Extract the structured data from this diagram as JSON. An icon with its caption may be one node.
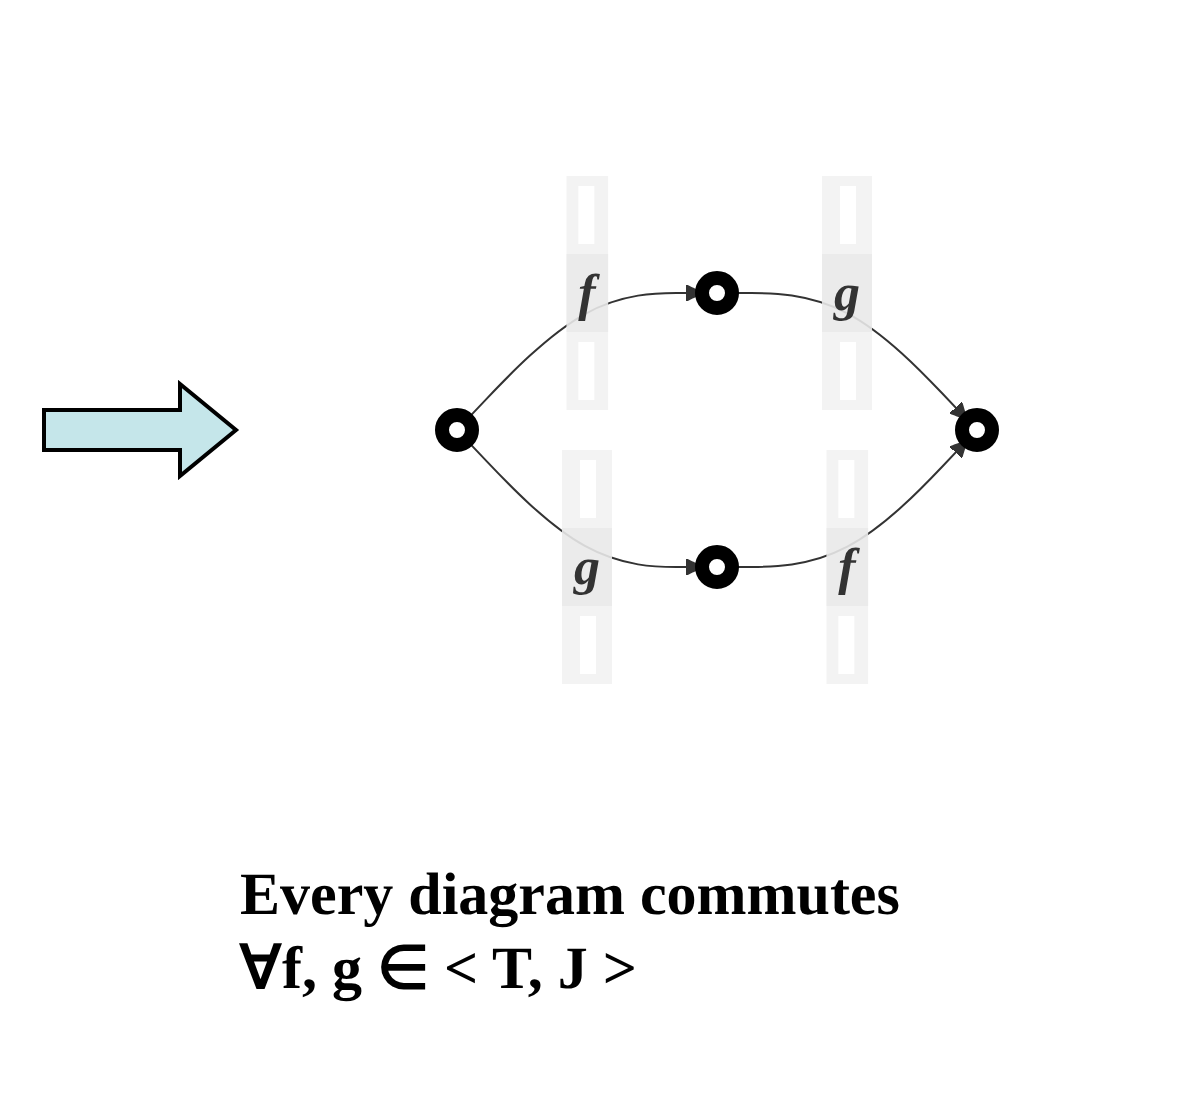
{
  "diagram": {
    "caption": "Every diagram commutes",
    "nodes": [
      {
        "text": [],
        "shape": "circle"
      },
      {
        "text": [],
        "shape": "circle"
      },
      {
        "text": [],
        "shape": "circle"
      },
      {
        "text": [],
        "shape": "circle"
      }
    ],
    "edges": [
      {
        "from": 0,
        "to": 1,
        "arrow": "to",
        "label": "f"
      },
      {
        "from": 0,
        "to": 2,
        "arrow": "to",
        "label": "g"
      },
      {
        "from": 1,
        "to": 3,
        "arrow": "to",
        "label": "g"
      },
      {
        "from": 2,
        "to": 3,
        "arrow": "to",
        "label": "f"
      }
    ],
    "labels": [
      "∀f, g ∈ < T, J >"
    ]
  }
}
